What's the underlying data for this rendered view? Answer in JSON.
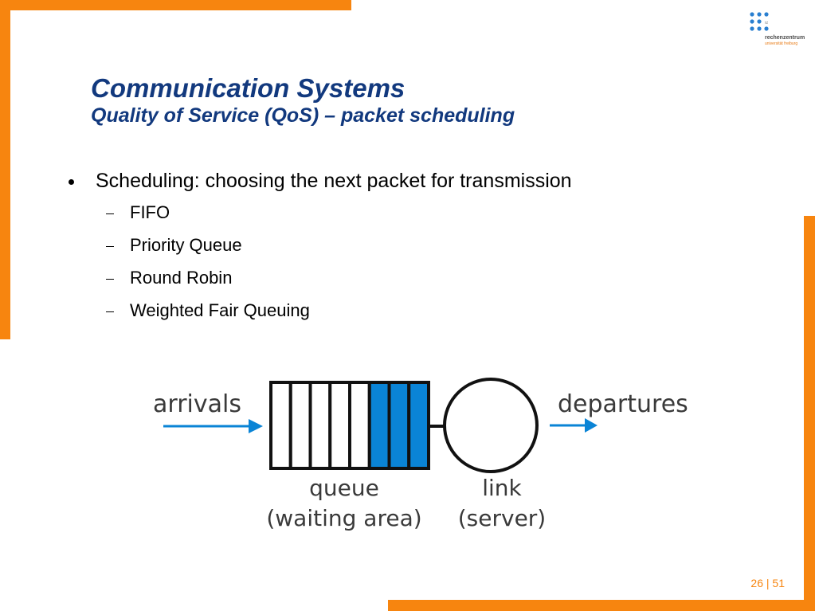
{
  "slide": {
    "title": "Communication Systems",
    "subtitle": "Quality of Service (QoS) – packet scheduling",
    "bullet": "Scheduling: choosing the next packet for transmission",
    "sub_items": [
      "FIFO",
      "Priority Queue",
      "Round Robin",
      "Weighted Fair Queuing"
    ]
  },
  "logo": {
    "mark": "rz",
    "line1": "rechenzentrum",
    "line2": "universität freiburg"
  },
  "diagram": {
    "arrivals": "arrivals",
    "departures": "departures",
    "queue_line1": "queue",
    "queue_line2": "(waiting area)",
    "link_line1": "link",
    "link_line2": "(server)",
    "queue_slots": 8,
    "filled_slots": 3
  },
  "footer": {
    "page_current": "26",
    "separator": "|",
    "page_total": "51"
  },
  "colors": {
    "accent_orange": "#f7850f",
    "title_blue": "#12397e",
    "packet_blue": "#0a84d6",
    "logo_blue": "#2a7fd0"
  }
}
